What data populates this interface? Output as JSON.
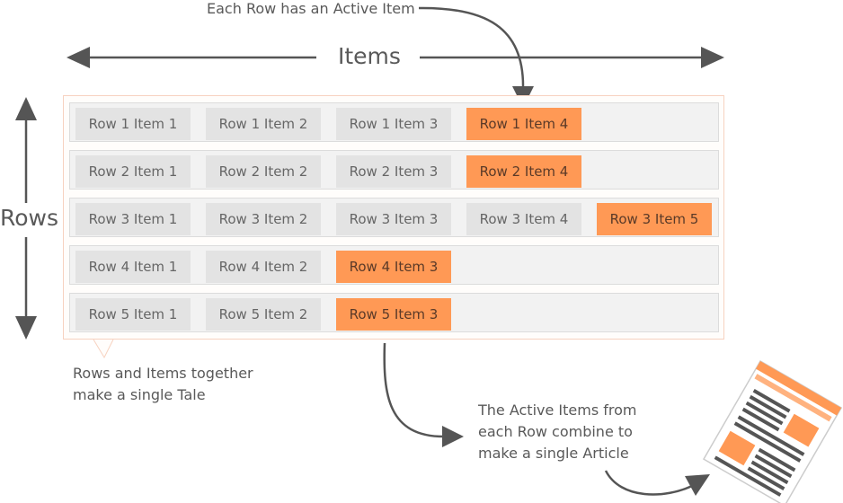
{
  "labels": {
    "top_annotation": "Each Row has an Active Item",
    "items_axis": "Items",
    "rows_axis": "Rows",
    "tale_line1": "Rows and Items together",
    "tale_line2": "make a single Tale",
    "article_line1": "The Active Items from",
    "article_line2": "each Row combine to",
    "article_line3": "make a single Article"
  },
  "rows": [
    {
      "items": [
        "Row 1 Item 1",
        "Row 1 Item 2",
        "Row 1 Item 3",
        "Row 1 Item 4"
      ],
      "active": 3
    },
    {
      "items": [
        "Row 2 Item 1",
        "Row 2 Item 2",
        "Row 2 Item 3",
        "Row 2 Item 4"
      ],
      "active": 3
    },
    {
      "items": [
        "Row 3 Item 1",
        "Row 3 Item 2",
        "Row 3 Item 3",
        "Row 3 Item 4",
        "Row 3 Item 5"
      ],
      "active": 4
    },
    {
      "items": [
        "Row 4 Item 1",
        "Row 4 Item 2",
        "Row 4 Item 3"
      ],
      "active": 2
    },
    {
      "items": [
        "Row 5 Item 1",
        "Row 5 Item 2",
        "Row 5 Item 3"
      ],
      "active": 2
    }
  ],
  "colors": {
    "active_item": "#ff9955",
    "inactive_item": "#e3e3e3",
    "arrow": "#555555",
    "tale_border": "#f7d2c0"
  },
  "icons": [
    "article-document-icon"
  ]
}
